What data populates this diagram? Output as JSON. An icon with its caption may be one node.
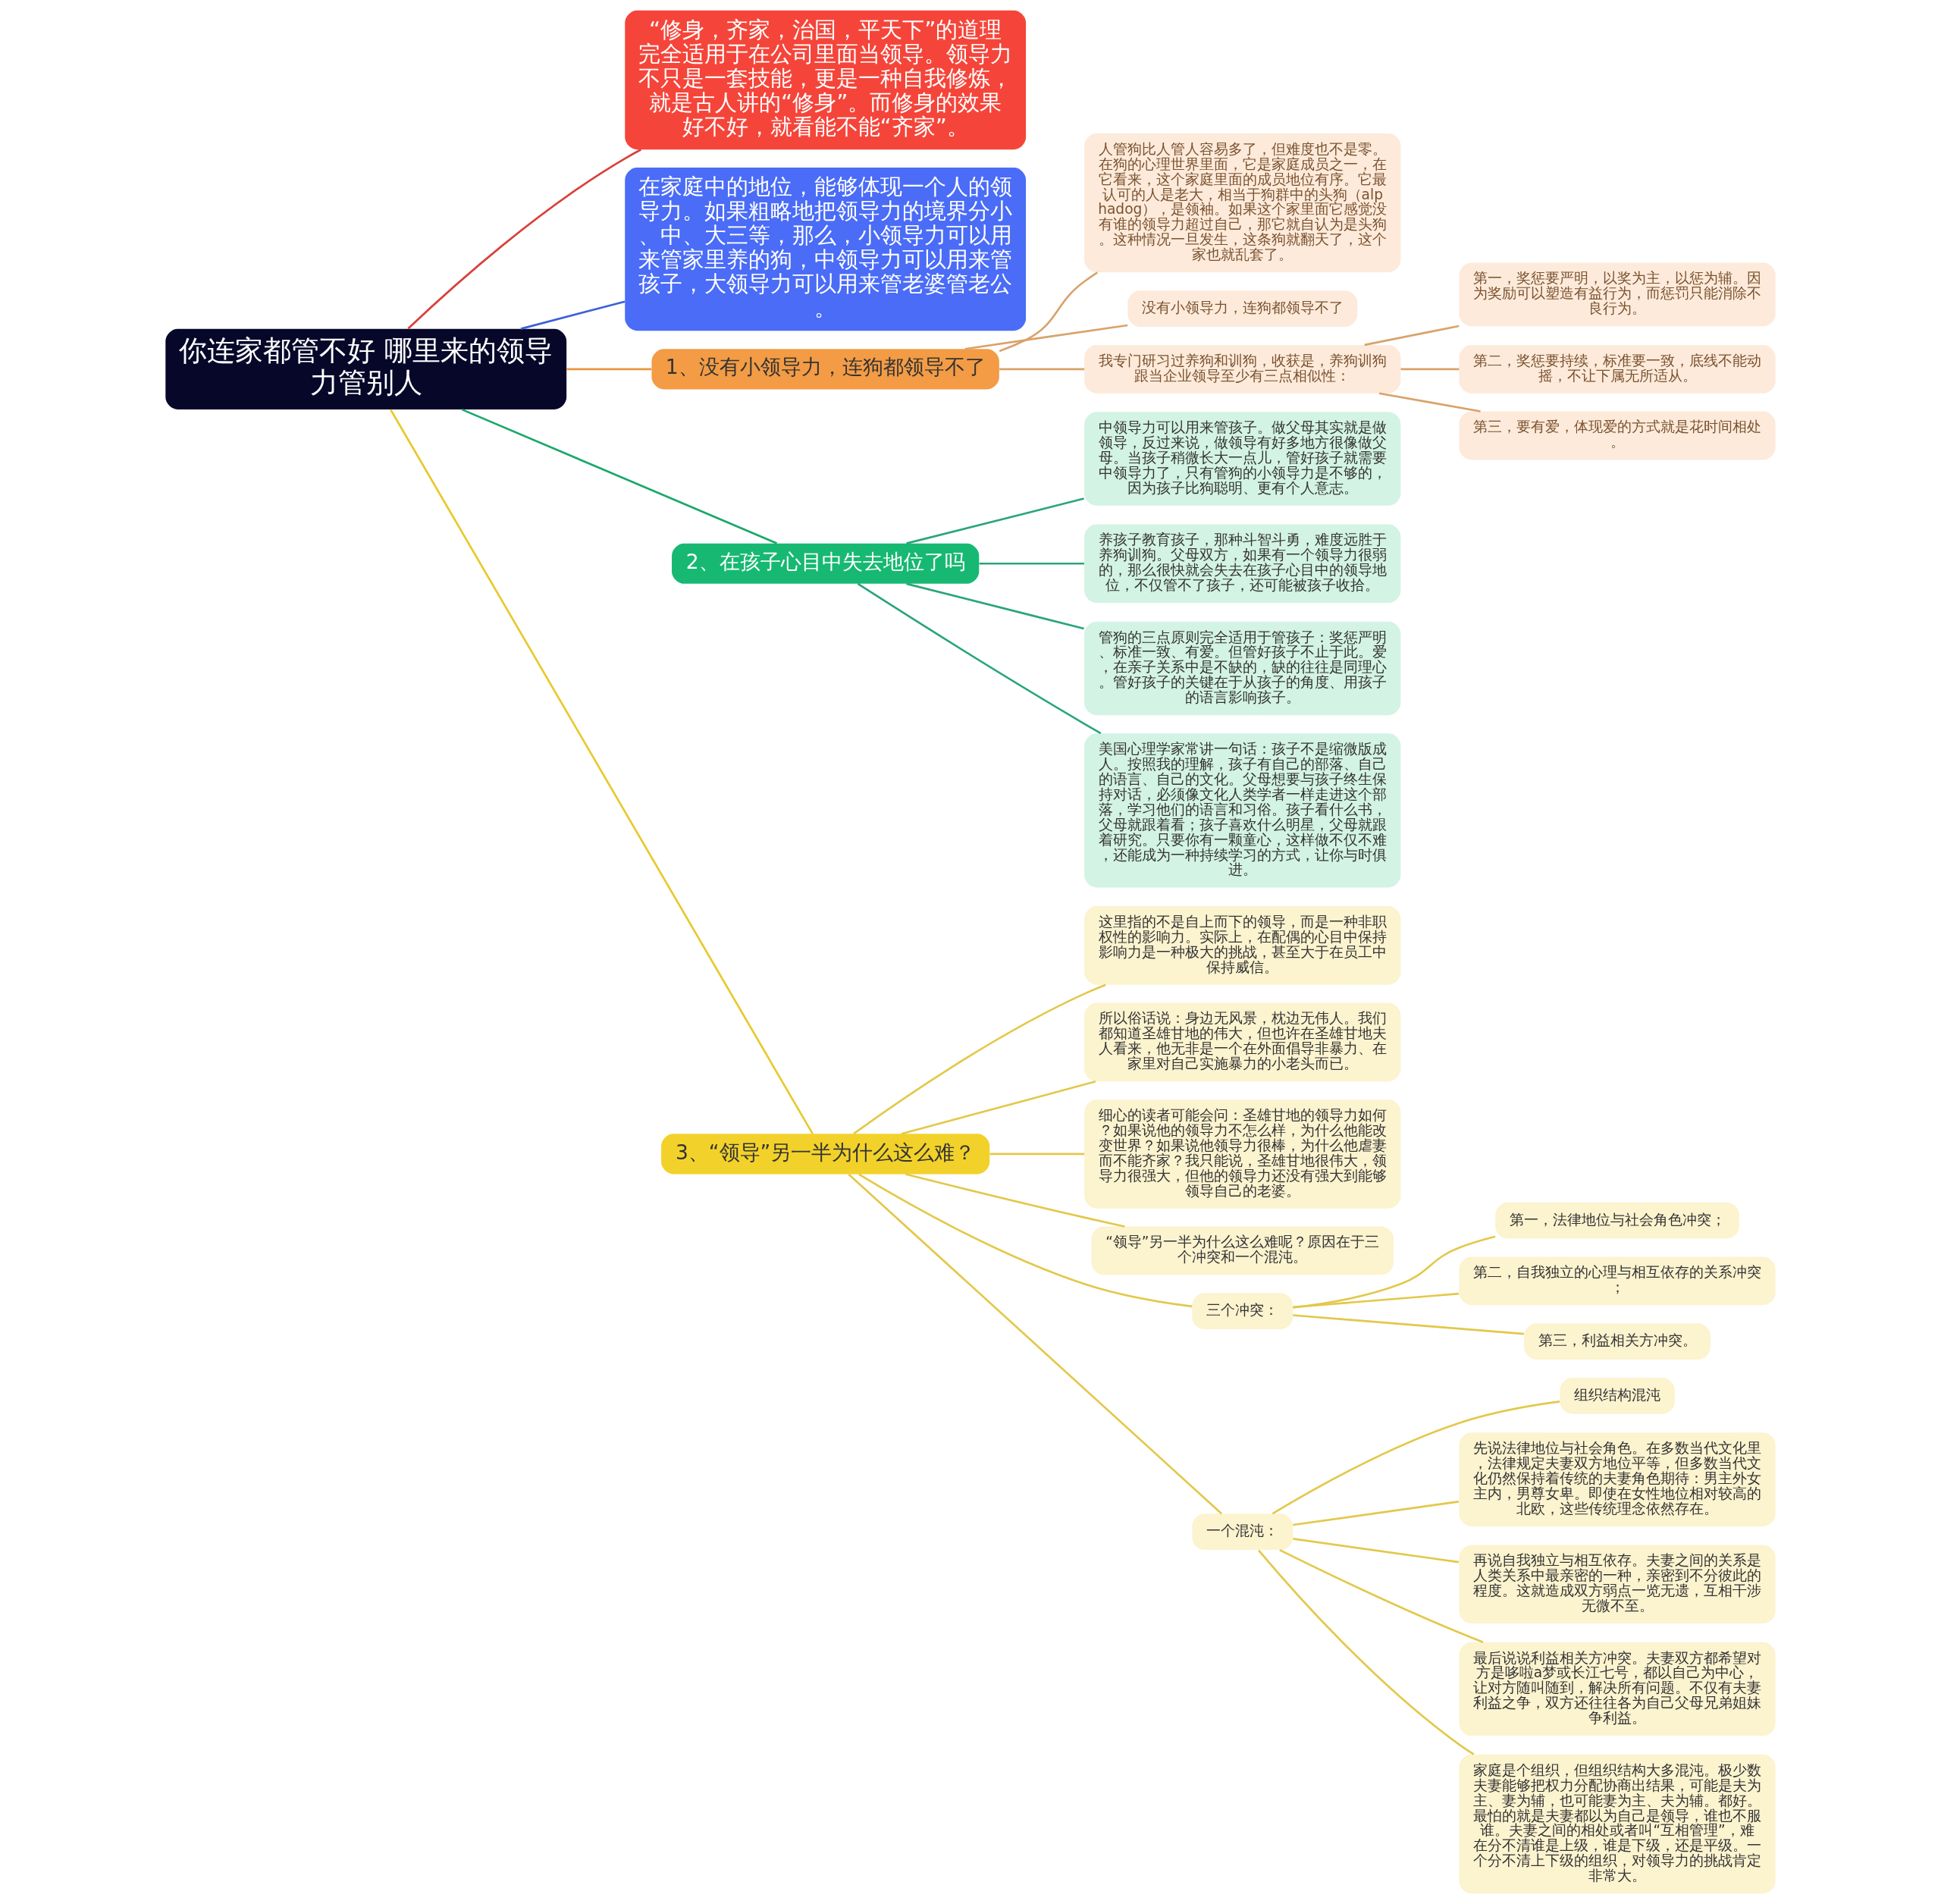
{
  "diagram": {
    "nodes": [
      {
        "text": [
          "你连家都管不好 哪里来的领导力管别人"
        ]
      },
      {
        "text": [
          "“修身，齐家，治国，平天下”的道理完全适用于在公司里面当领导。领导力不只是一套技能，更是一种自我修炼，就是古人讲的“修身”。而修身的效果好不好，就看能不能“齐家”。"
        ]
      },
      {
        "text": [
          "在家庭中的地位，能够体现一个人的领导力。如果粗略地把领导力的境界分小、中、大三等，那么，小领导力可以用来管家里养的狗，中领导力可以用来管孩子，大领导力可以用来管老婆管老公。"
        ]
      },
      {
        "text": [
          "1、没有小领导力，连狗都领导不了"
        ]
      },
      {
        "text": [
          "人管狗比人管人容易多了，但难度也不是零。在狗的心理世界里面，它是家庭成员之一，在它看来，这个家庭里面的成员地位有序。它最认可的人是老大，相当于狗群中的头狗（alphadog），是领袖。如果这个家里面它感觉没有谁的领导力超过自己，那它就自认为是头狗。这种情况一旦发生，这条狗就翻天了，这个家也就乱套了。"
        ]
      },
      {
        "text": [
          "没有小领导力，连狗都领导不了"
        ]
      },
      {
        "text": [
          "我专门研习过养狗和训狗，收获是，养狗训狗跟当企业领导至少有三点相似性："
        ]
      },
      {
        "text": [
          "第一，奖惩要严明，以奖为主，以惩为辅。因为奖励可以塑造有益行为，而惩罚只能消除不良行为。"
        ]
      },
      {
        "text": [
          "第二，奖惩要持续，标准要一致，底线不能动摇，不让下属无所适从。"
        ]
      },
      {
        "text": [
          "第三，要有爱，体现爱的方式就是花时间相处。"
        ]
      },
      {
        "text": [
          "2、在孩子心目中失去地位了吗"
        ]
      },
      {
        "text": [
          "中领导力可以用来管孩子。做父母其实就是做领导，反过来说，做领导有好多地方很像做父母。当孩子稍微长大一点儿，管好孩子就需要中领导力了，只有管狗的小领导力是不够的，因为孩子比狗聪明、更有个人意志。"
        ]
      },
      {
        "text": [
          "养孩子教育孩子，那种斗智斗勇，难度远胜于养狗训狗。父母双方，如果有一个领导力很弱的，那么很快就会失去在孩子心目中的领导地位，不仅管不了孩子，还可能被孩子收拾。"
        ]
      },
      {
        "text": [
          "管狗的三点原则完全适用于管孩子：奖惩严明、标准一致、有爱。但管好孩子不止于此。爱，在亲子关系中是不缺的，缺的往往是同理心。管好孩子的关键在于从孩子的角度、用孩子的语言影响孩子。"
        ]
      },
      {
        "text": [
          "美国心理学家常讲一句话：孩子不是缩微版成人。按照我的理解，孩子有自己的部落、自己的语言、自己的文化。父母想要与孩子终生保持对话，必须像文化人类学者一样走进这个部落，学习他们的语言和习俗。孩子看什么书，父母就跟着看；孩子喜欢什么明星，父母就跟着研究。只要你有一颗童心，这样做不仅不难，还能成为一种持续学习的方式，让你与时俱进。"
        ]
      },
      {
        "text": [
          "3、“领导”另一半为什么这么难？"
        ]
      },
      {
        "text": [
          "这里指的不是自上而下的领导，而是一种非职权性的影响力。实际上，在配偶的心目中保持影响力是一种极大的挑战，甚至大于在员工中保持威信。"
        ]
      },
      {
        "text": [
          "所以俗话说：身边无风景，枕边无伟人。我们都知道圣雄甘地的伟大，但也许在圣雄甘地夫人看来，他无非是一个在外面倡导非暴力、在家里对自己实施暴力的小老头而已。"
        ]
      },
      {
        "text": [
          "细心的读者可能会问：圣雄甘地的领导力如何？如果说他的领导力不怎么样，为什么他能改变世界？如果说他领导力很棒，为什么他虐妻而不能齐家？我只能说，圣雄甘地很伟大，领导力很强大，但他的领导力还没有强大到能够领导自己的老婆。"
        ]
      },
      {
        "text": [
          "“领导”另一半为什么这么难呢？原因在于三个冲突和一个混沌。"
        ]
      },
      {
        "text": [
          "三个冲突："
        ]
      },
      {
        "text": [
          "第一，法律地位与社会角色冲突；"
        ]
      },
      {
        "text": [
          "第二，自我独立的心理与相互依存的关系冲突；"
        ]
      },
      {
        "text": [
          "第三，利益相关方冲突。"
        ]
      },
      {
        "text": [
          "一个混沌："
        ]
      },
      {
        "text": [
          "组织结构混沌"
        ]
      },
      {
        "text": [
          "先说法律地位与社会角色。在多数当代文化里，法律规定夫妻双方地位平等，但多数当代文化仍然保持着传统的夫妻角色期待：男主外女主内，男尊女卑。即使在女性地位相对较高的北欧，这些传统理念依然存在。"
        ]
      },
      {
        "text": [
          "再说自我独立与相互依存。夫妻之间的关系是人类关系中最亲密的一种，亲密到不分彼此的程度。这就造成双方弱点一览无遗，互相干涉无微不至。"
        ]
      },
      {
        "text": [
          "最后说说利益相关方冲突。夫妻双方都希望对方是哆啦a梦或长江七号，都以自己为中心，让对方随叫随到，解决所有问题。不仅有夫妻利益之争，双方还往往各为自己父母兄弟姐妹争利益。"
        ]
      },
      {
        "text": [
          "家庭是个组织，但组织结构大多混沌。极少数夫妻能够把权力分配协商出结果，可能是夫为主、妻为辅，也可能妻为主、夫为辅。都好。最怕的就是夫妻都以为自己是领导，谁也不服谁。夫妻之间的相处或者叫“互相管理”，难在分不清谁是上级，谁是下级，还是平级。一个分不清上下级的组织，对领导力的挑战肯定非常大。"
        ]
      }
    ],
    "edges": [
      {
        "from": 0,
        "to": 1,
        "arrow": "none",
        "color": "#d9403a"
      },
      {
        "from": 0,
        "to": 2,
        "arrow": "none",
        "color": "#3d5fd9"
      },
      {
        "from": 0,
        "to": 3,
        "arrow": "none",
        "color": "#e8963f"
      },
      {
        "from": 3,
        "to": 4,
        "arrow": "none",
        "color": "#d9a26a"
      },
      {
        "from": 3,
        "to": 5,
        "arrow": "none",
        "color": "#d9a26a"
      },
      {
        "from": 3,
        "to": 6,
        "arrow": "none",
        "color": "#d9a26a"
      },
      {
        "from": 6,
        "to": 7,
        "arrow": "none",
        "color": "#d9a26a"
      },
      {
        "from": 6,
        "to": 8,
        "arrow": "none",
        "color": "#d9a26a"
      },
      {
        "from": 6,
        "to": 9,
        "arrow": "none",
        "color": "#d9a26a"
      },
      {
        "from": 0,
        "to": 10,
        "arrow": "none",
        "color": "#1aa86a"
      },
      {
        "from": 10,
        "to": 11,
        "arrow": "none",
        "color": "#2aa57a"
      },
      {
        "from": 10,
        "to": 12,
        "arrow": "none",
        "color": "#2aa57a"
      },
      {
        "from": 10,
        "to": 13,
        "arrow": "none",
        "color": "#2aa57a"
      },
      {
        "from": 10,
        "to": 14,
        "arrow": "none",
        "color": "#2aa57a"
      },
      {
        "from": 0,
        "to": 15,
        "arrow": "none",
        "color": "#e8c92a"
      },
      {
        "from": 15,
        "to": 16,
        "arrow": "none",
        "color": "#e3c84a"
      },
      {
        "from": 15,
        "to": 17,
        "arrow": "none",
        "color": "#e3c84a"
      },
      {
        "from": 15,
        "to": 18,
        "arrow": "none",
        "color": "#e3c84a"
      },
      {
        "from": 15,
        "to": 19,
        "arrow": "none",
        "color": "#e3c84a"
      },
      {
        "from": 15,
        "to": 20,
        "arrow": "none",
        "color": "#e3c84a"
      },
      {
        "from": 20,
        "to": 21,
        "arrow": "none",
        "color": "#e3c84a"
      },
      {
        "from": 20,
        "to": 22,
        "arrow": "none",
        "color": "#e3c84a"
      },
      {
        "from": 20,
        "to": 23,
        "arrow": "none",
        "color": "#e3c84a"
      },
      {
        "from": 15,
        "to": 24,
        "arrow": "none",
        "color": "#e3c84a"
      },
      {
        "from": 24,
        "to": 25,
        "arrow": "none",
        "color": "#e3c84a"
      },
      {
        "from": 24,
        "to": 26,
        "arrow": "none",
        "color": "#e3c84a"
      },
      {
        "from": 24,
        "to": 27,
        "arrow": "none",
        "color": "#e3c84a"
      },
      {
        "from": 24,
        "to": 28,
        "arrow": "none",
        "color": "#e3c84a"
      },
      {
        "from": 24,
        "to": 29,
        "arrow": "none",
        "color": "#e3c84a"
      }
    ]
  }
}
